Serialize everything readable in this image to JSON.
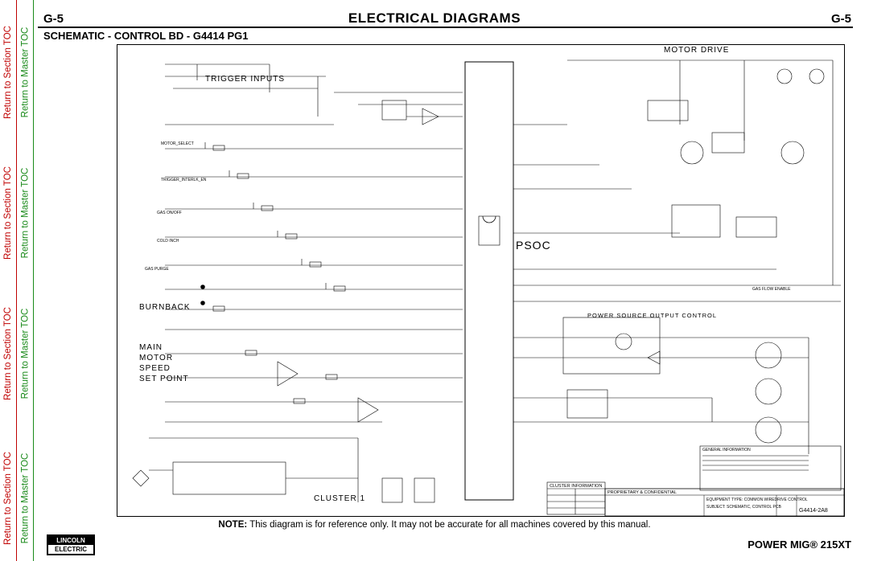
{
  "sidebar": {
    "section_toc": "Return to Section TOC",
    "master_toc": "Return to Master TOC"
  },
  "header": {
    "section_code_left": "G-5",
    "section_code_right": "G-5",
    "title": "ELECTRICAL DIAGRAMS"
  },
  "subtitle": "SCHEMATIC - CONTROL BD - G4414 PG1",
  "schematic": {
    "blocks": {
      "trigger_inputs": "TRIGGER INPUTS",
      "motor_drive": "MOTOR DRIVE",
      "burnback": "BURNBACK",
      "main_motor_speed": "MAIN MOTOR SPEED SET POINT",
      "psoc": "PSOC",
      "power_source_output": "POWER SOURCE OUTPUT CONTROL",
      "cluster_1": "CLUSTER 1",
      "cluster_information": "CLUSTER INFORMATION",
      "general_information": "GENERAL INFORMATION"
    },
    "signals": [
      "MOTOR_SELECT",
      "TRIGGER_INTERLK_EN",
      "GAS ON/OFF",
      "COLD INCH",
      "GAS PURGE",
      "GAS FLOW ENABLE"
    ],
    "title_block": {
      "proprietary": "PROPRIETARY & CONFIDENTIAL",
      "equipment_type": "EQUIPMENT TYPE: COMMON WIREDRIVE CONTROL",
      "subject": "SUBJECT: SCHEMATIC, CONTROL PCB",
      "drawing_number": "G4414-2A8"
    }
  },
  "note": {
    "prefix": "NOTE:",
    "text": "This diagram is for reference only. It may not be accurate for all machines covered by this manual."
  },
  "footer": {
    "logo_top": "LINCOLN",
    "logo_bottom": "ELECTRIC",
    "product": "POWER MIG® 215XT"
  }
}
